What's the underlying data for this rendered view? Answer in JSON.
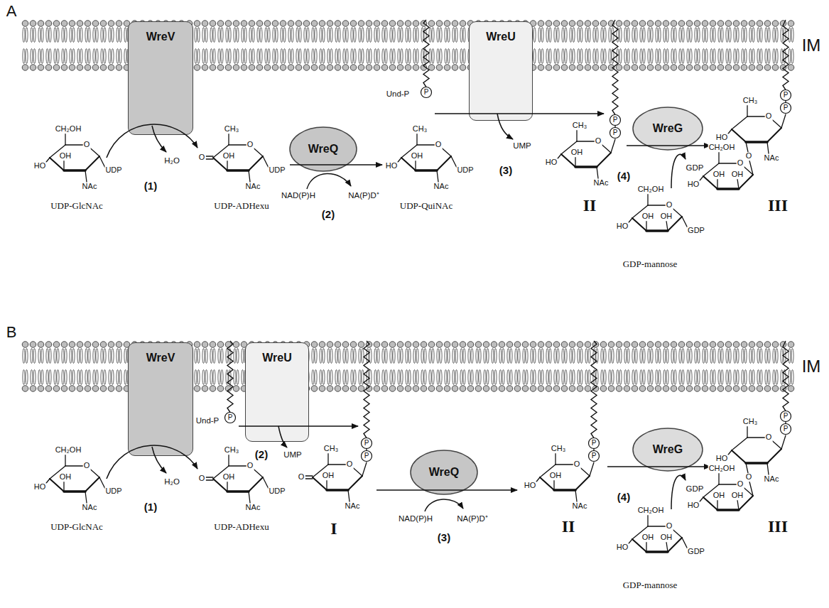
{
  "diagram": {
    "nodes": [
      {
        "text": [
          "WreV"
        ]
      },
      {
        "text": [
          "WreQ"
        ]
      },
      {
        "text": [
          "WreU"
        ]
      },
      {
        "text": [
          "WreG"
        ]
      },
      {
        "text": [
          "WreV"
        ]
      },
      {
        "text": [
          "WreU"
        ]
      },
      {
        "text": [
          "WreQ"
        ]
      },
      {
        "text": [
          "WreG"
        ]
      }
    ],
    "labels": [
      "A",
      "IM",
      "CH₂OH",
      "O",
      "OH",
      "HO",
      "NAc",
      "UDP",
      "UDP-GlcNAc",
      "H₂O",
      "(1)",
      "CH₃",
      "O",
      "O",
      "OH",
      "NAc",
      "UDP",
      "UDP-ADHexu",
      "NAD(P)H",
      "NA(P)D⁺",
      "(2)",
      "CH₃",
      "O",
      "OH",
      "HO",
      "NAc",
      "UDP",
      "UDP-QuiNAc",
      "Und-P",
      "P",
      "UMP",
      "(3)",
      "CH₃",
      "O",
      "OH",
      "HO",
      "NAc",
      "P",
      "P",
      "II",
      "(4)",
      "GDP",
      "CH₂OH",
      "O",
      "OH",
      "OH",
      "HO",
      "GDP",
      "GDP-mannose",
      "CH₃",
      "O",
      "HO",
      "O",
      "NAc",
      "P",
      "P",
      "CH₂OH",
      "O",
      "OH",
      "OH",
      "HO",
      "III",
      "B",
      "IM",
      "CH₂OH",
      "O",
      "OH",
      "HO",
      "NAc",
      "UDP",
      "UDP-GlcNAc",
      "H₂O",
      "(1)",
      "CH₃",
      "O",
      "O",
      "OH",
      "NAc",
      "UDP",
      "UDP-ADHexu",
      "Und-P",
      "P",
      "UMP",
      "(2)",
      "CH₃",
      "O",
      "O",
      "OH",
      "NAc",
      "P",
      "P",
      "I",
      "NAD(P)H",
      "NA(P)D⁺",
      "(3)",
      "CH₃",
      "O",
      "OH",
      "HO",
      "NAc",
      "P",
      "P",
      "II",
      "(4)",
      "GDP",
      "CH₂OH",
      "O",
      "OH",
      "OH",
      "HO",
      "GDP",
      "GDP-mannose",
      "CH₃",
      "O",
      "HO",
      "O",
      "NAc",
      "P",
      "P",
      "CH₂OH",
      "O",
      "OH",
      "OH",
      "HO",
      "III"
    ]
  }
}
